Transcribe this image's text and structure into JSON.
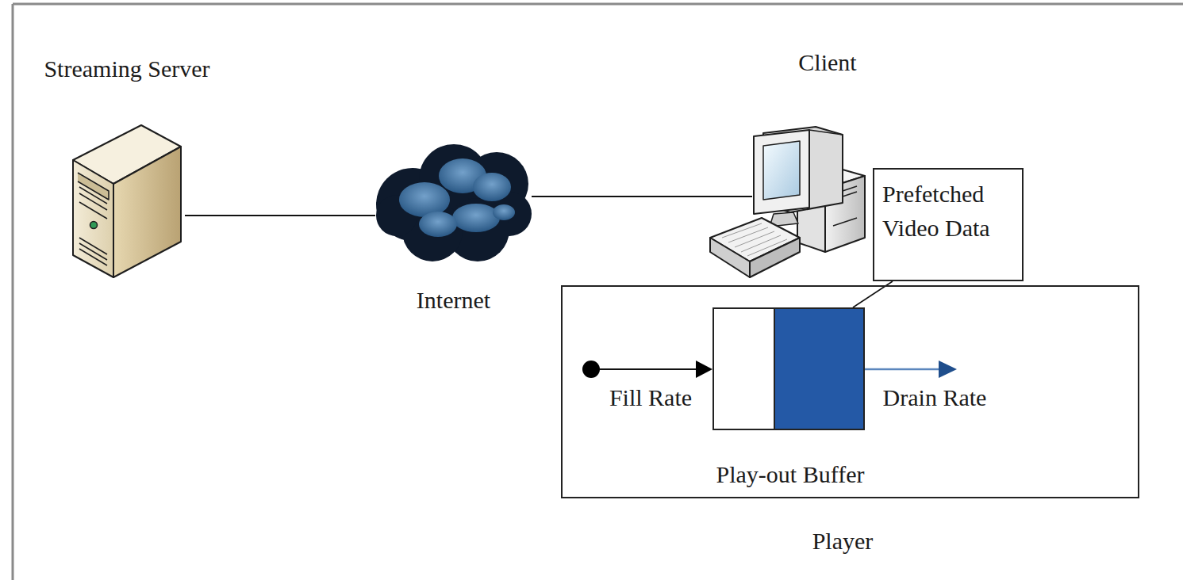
{
  "diagram": {
    "nodes": [
      {
        "text": [
          "Streaming Server"
        ]
      },
      {
        "text": [
          "Internet"
        ]
      },
      {
        "text": [
          "Client"
        ]
      },
      {
        "text": [
          "Player"
        ]
      },
      {
        "text": [
          "Play-out Buffer"
        ],
        "in": 3
      },
      {
        "text": [
          "Prefetched Video Data"
        ]
      }
    ],
    "edges": [
      {
        "from": 0,
        "to": 1,
        "arrow": "none"
      },
      {
        "from": 1,
        "to": 2,
        "arrow": "none"
      },
      {
        "from": 5,
        "to": 4,
        "arrow": "none"
      }
    ],
    "labels": [
      "Fill Rate",
      "Drain Rate"
    ]
  }
}
